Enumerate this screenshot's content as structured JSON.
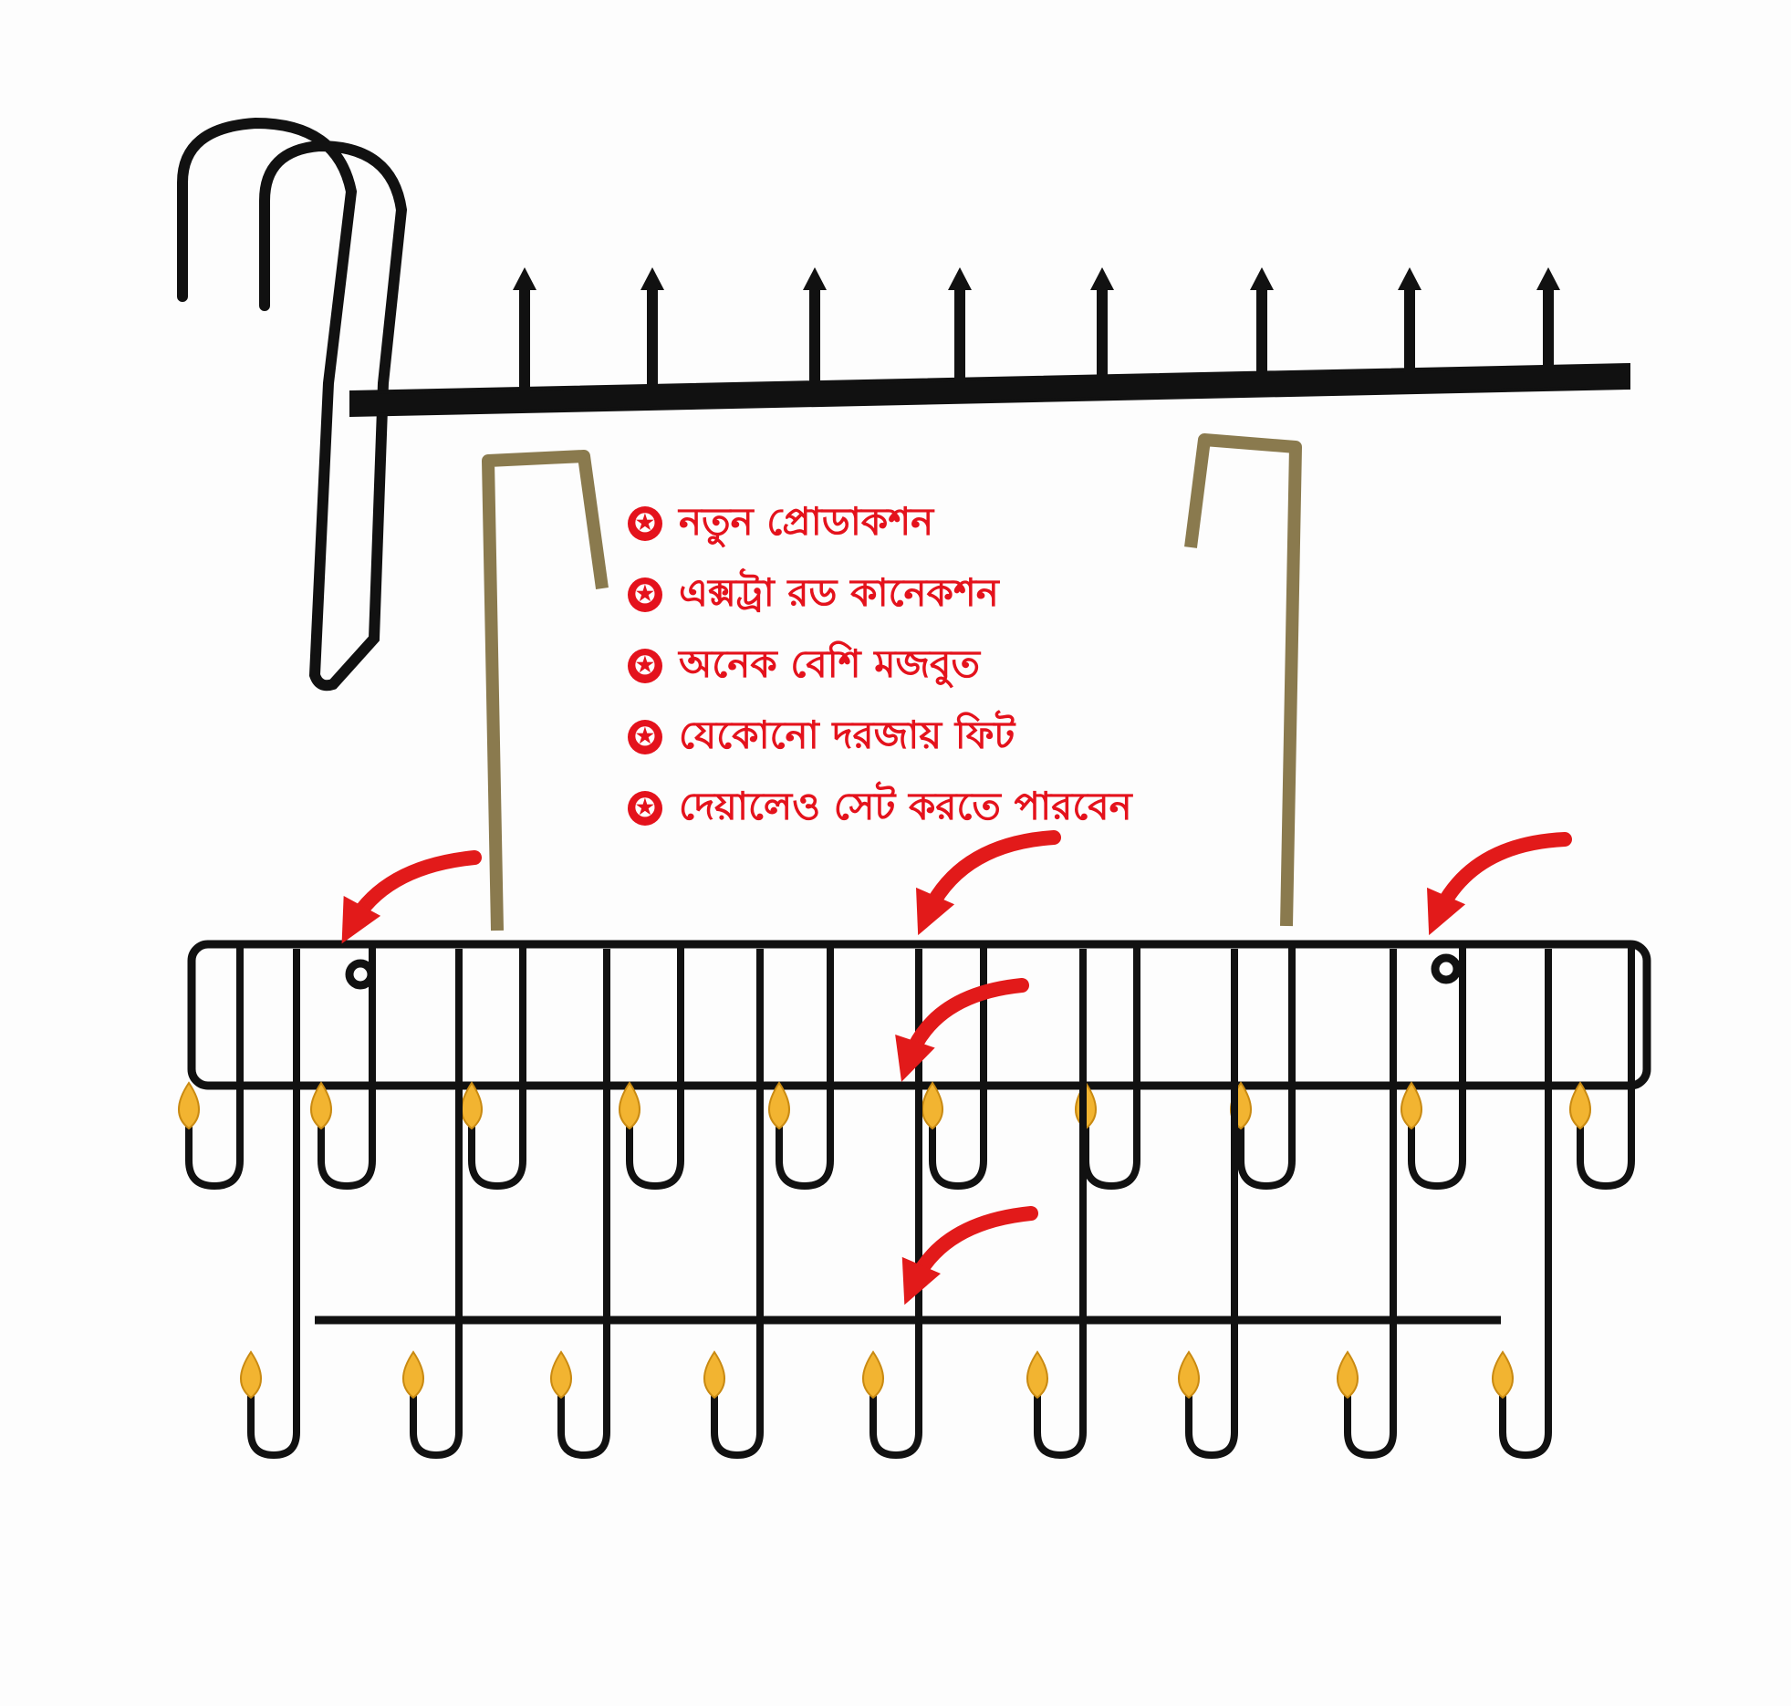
{
  "features": [
    {
      "icon": "star-icon",
      "text": "নতুন প্রোডাকশন"
    },
    {
      "icon": "star-icon",
      "text": "এক্সট্রা রড কানেকশন"
    },
    {
      "icon": "star-icon",
      "text": "অনেক বেশি মজবুত"
    },
    {
      "icon": "star-icon",
      "text": "যেকোনো দরজায় ফিট"
    },
    {
      "icon": "star-icon",
      "text": "দেয়ালেও সেট করতে পারবেন"
    }
  ],
  "colors": {
    "text": "#e4121c",
    "wire": "#111111",
    "knob": "#f2b431",
    "bracket": "#8a7a4e",
    "arrow": "#e21a1a"
  }
}
